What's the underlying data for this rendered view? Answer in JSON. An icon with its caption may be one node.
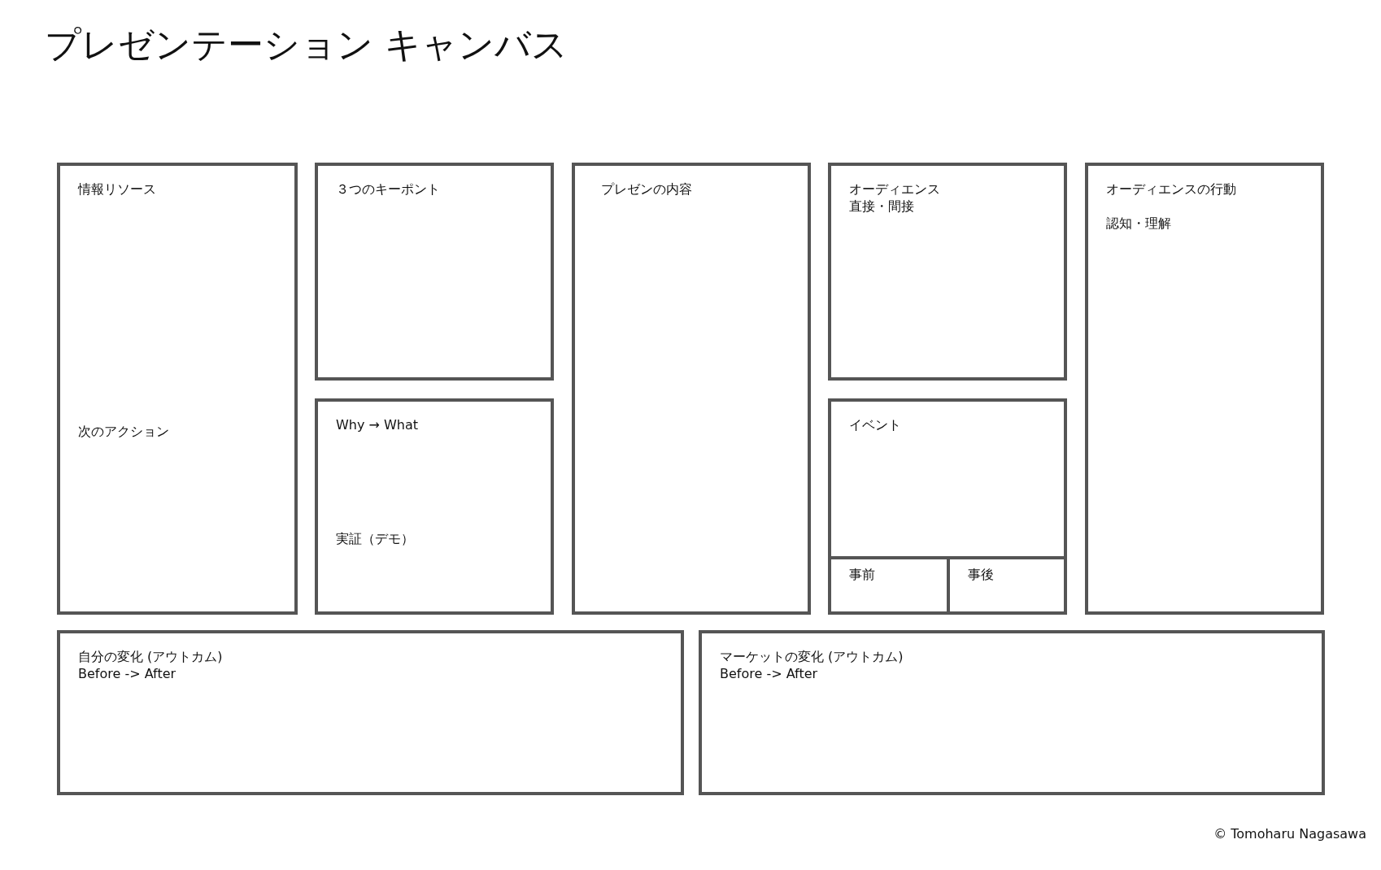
{
  "diagram": {
    "title": "プレゼンテーション キャンバス",
    "nodes": [
      {
        "text": [
          "情報リソース",
          "次のアクション"
        ]
      },
      {
        "text": [
          "３つのキーポント"
        ]
      },
      {
        "text": [
          "Why → What",
          "実証（デモ）"
        ]
      },
      {
        "text": [
          "プレゼンの内容"
        ]
      },
      {
        "text": [
          "オーディエンス",
          "直接・間接"
        ]
      },
      {
        "text": [
          "イベント"
        ]
      },
      {
        "text": [
          "事前"
        ],
        "in": 5
      },
      {
        "text": [
          "事後"
        ],
        "in": 5
      },
      {
        "text": [
          "オーディエンスの行動",
          "認知・理解"
        ]
      },
      {
        "text": [
          "自分の変化 (アウトカム) Before -> After"
        ]
      },
      {
        "text": [
          "マーケットの変化 (アウトカム) Before -> After"
        ]
      }
    ],
    "edges": [],
    "labels": [
      "© Tomoharu Nagasawa"
    ]
  }
}
